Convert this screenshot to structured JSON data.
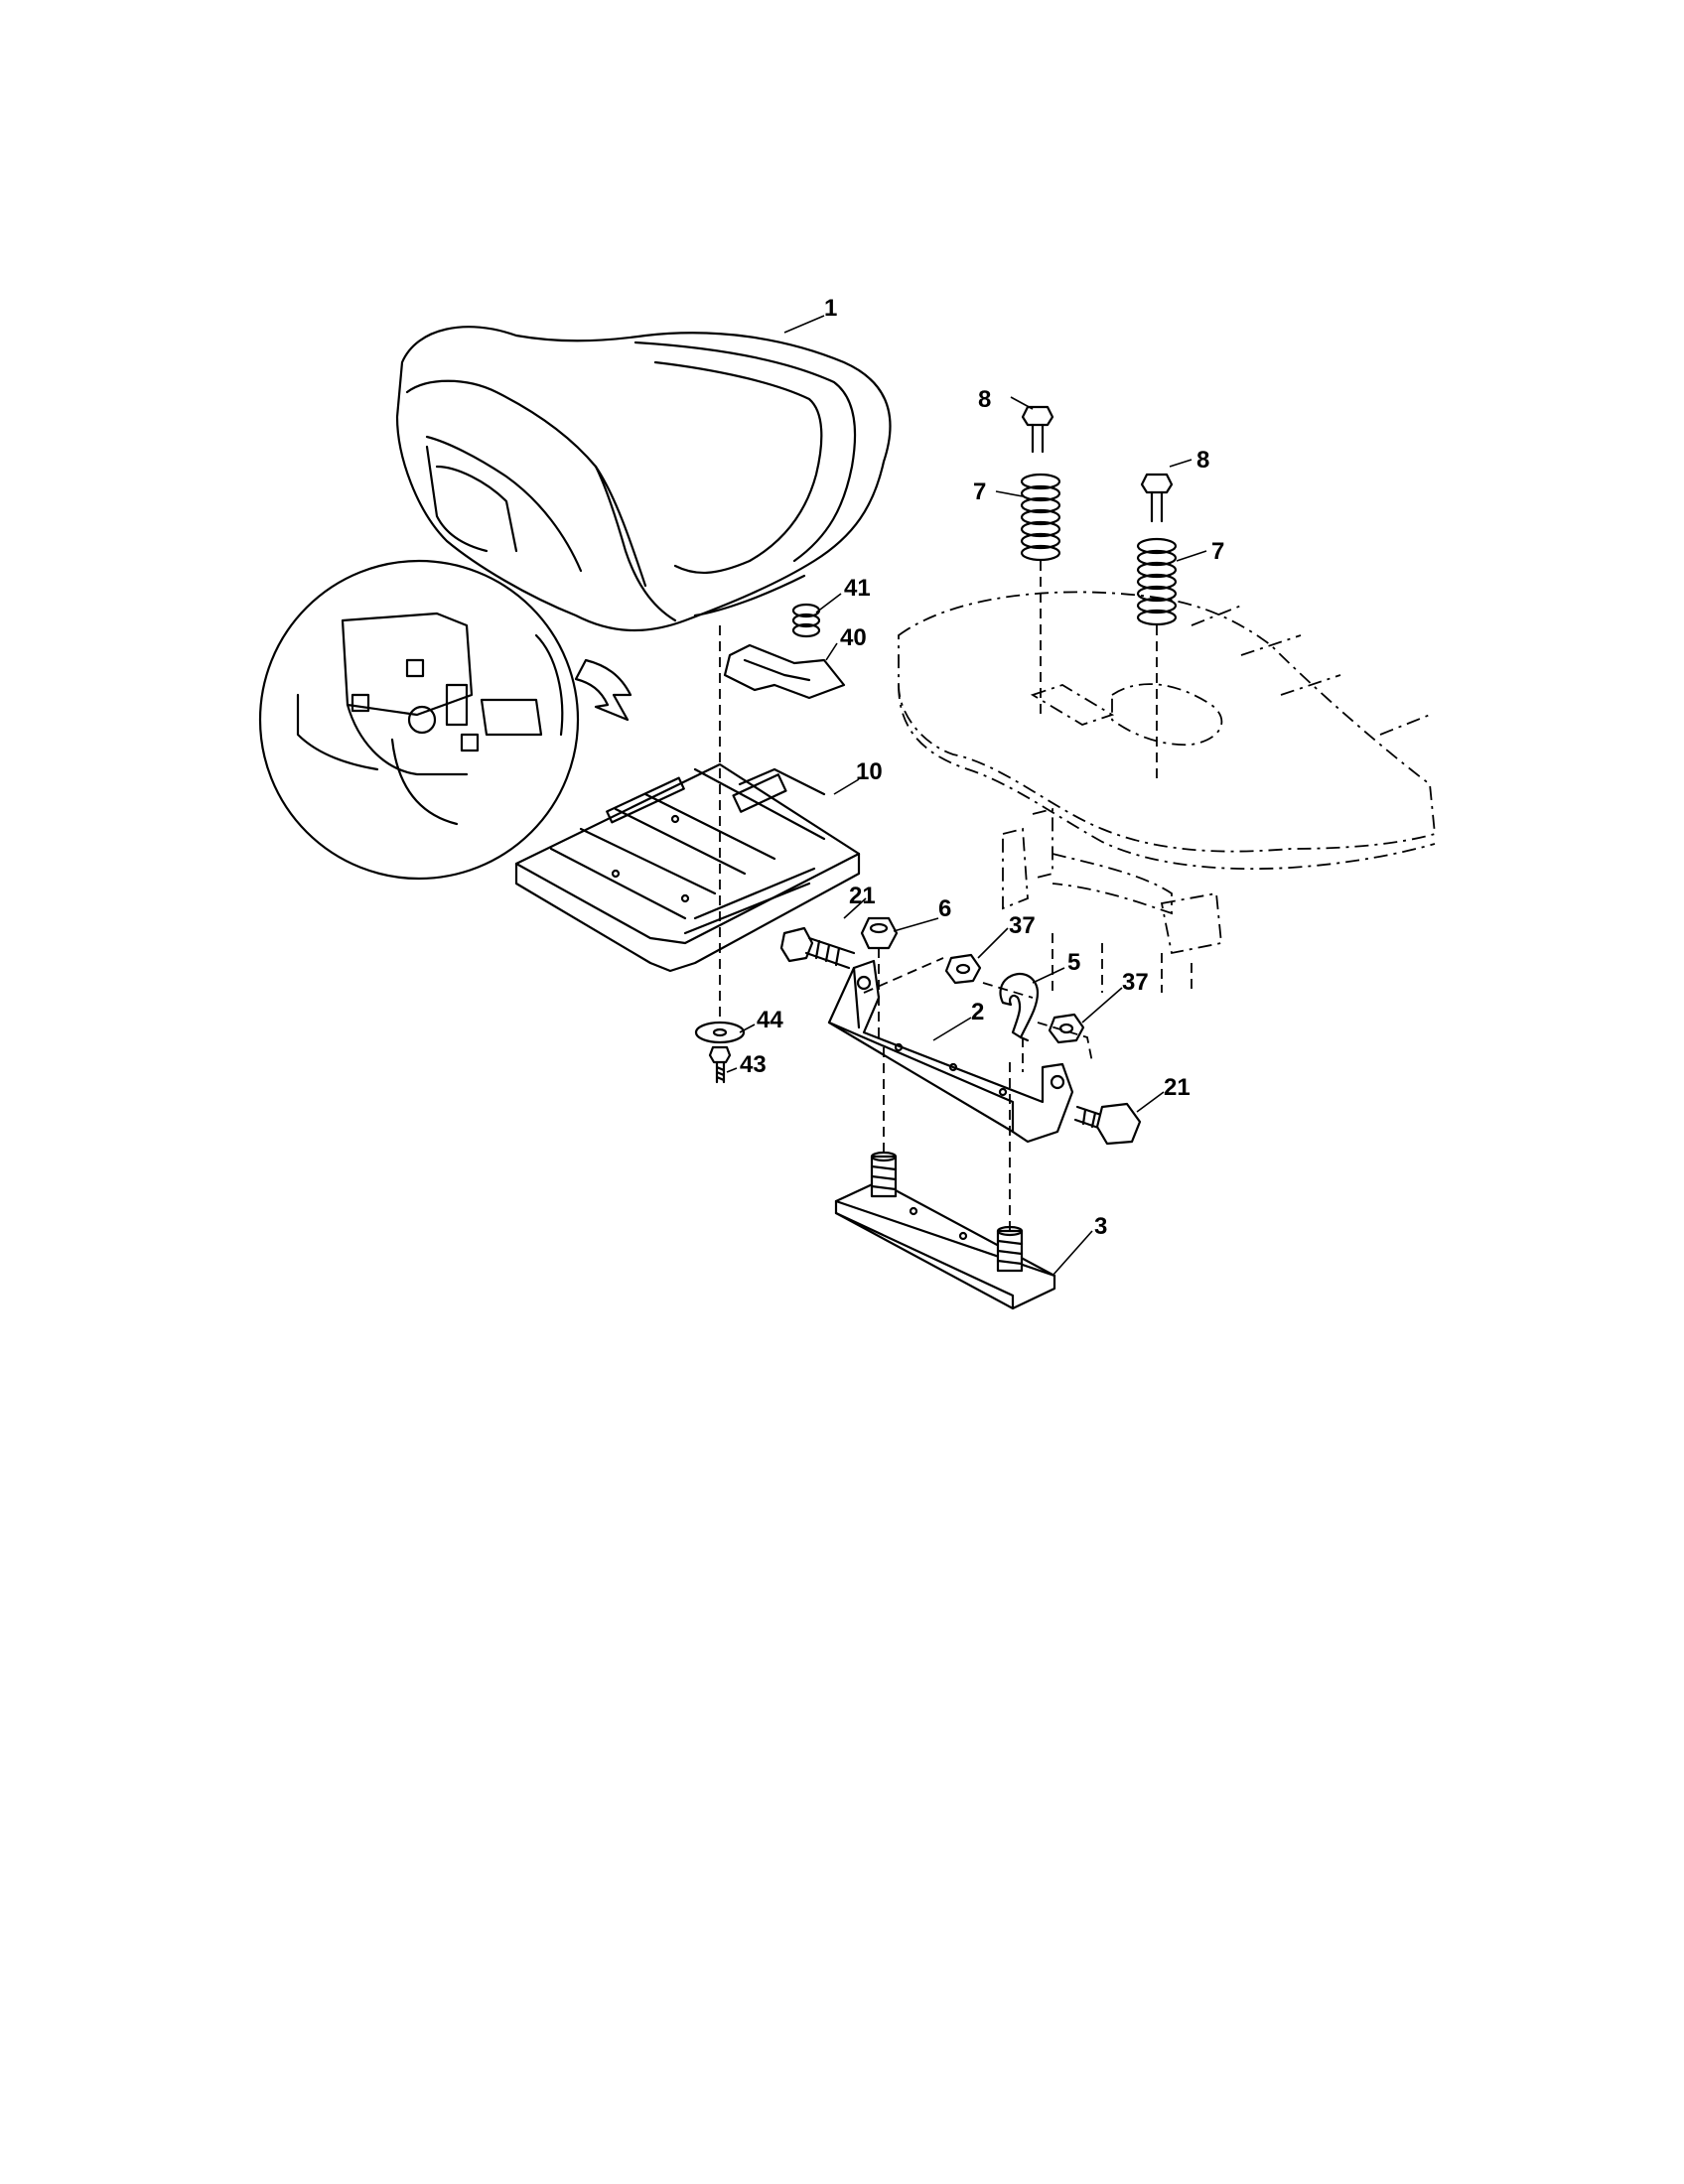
{
  "diagram": {
    "labels": {
      "seat": "1",
      "seat_pan": "10",
      "spring_left": "7",
      "spring_right": "7",
      "bolt_left": "8",
      "bolt_right": "8",
      "spring_41": "41",
      "clip_40": "40",
      "bolt_21_left": "21",
      "nut_6": "6",
      "nut_37_left": "37",
      "clip_5": "5",
      "nut_37_right": "37",
      "bracket_2": "2",
      "bolt_21_right": "21",
      "washer_44": "44",
      "screw_43": "43",
      "plate_3": "3"
    }
  }
}
